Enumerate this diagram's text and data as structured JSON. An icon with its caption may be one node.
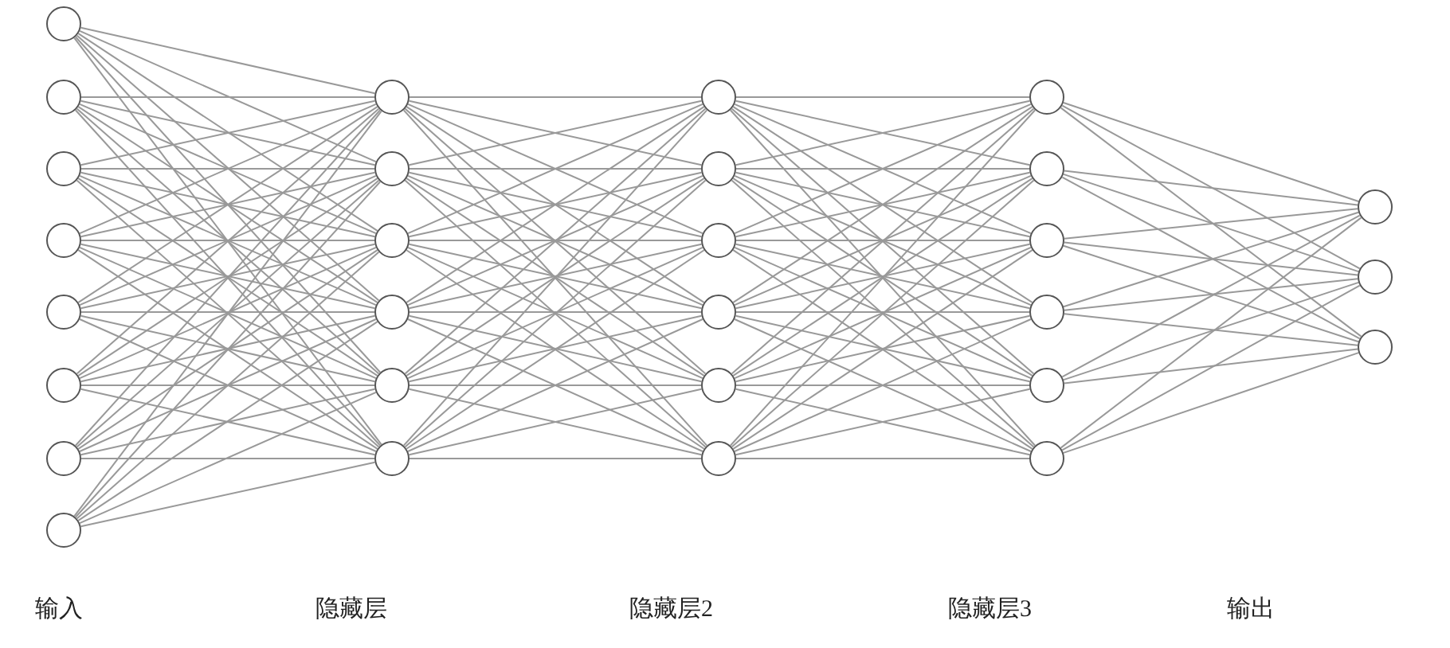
{
  "diagram": {
    "nodes": [
      {
        "text": [],
        "shape": "circle"
      },
      {
        "text": [],
        "shape": "circle"
      },
      {
        "text": [],
        "shape": "circle"
      },
      {
        "text": [],
        "shape": "circle"
      },
      {
        "text": [],
        "shape": "circle"
      },
      {
        "text": [],
        "shape": "circle"
      },
      {
        "text": [],
        "shape": "circle"
      },
      {
        "text": [],
        "shape": "circle"
      },
      {
        "text": [],
        "shape": "circle"
      },
      {
        "text": [],
        "shape": "circle"
      },
      {
        "text": [],
        "shape": "circle"
      },
      {
        "text": [],
        "shape": "circle"
      },
      {
        "text": [],
        "shape": "circle"
      },
      {
        "text": [],
        "shape": "circle"
      },
      {
        "text": [],
        "shape": "circle"
      },
      {
        "text": [],
        "shape": "circle"
      },
      {
        "text": [],
        "shape": "circle"
      },
      {
        "text": [],
        "shape": "circle"
      },
      {
        "text": [],
        "shape": "circle"
      },
      {
        "text": [],
        "shape": "circle"
      },
      {
        "text": [],
        "shape": "circle"
      },
      {
        "text": [],
        "shape": "circle"
      },
      {
        "text": [],
        "shape": "circle"
      },
      {
        "text": [],
        "shape": "circle"
      },
      {
        "text": [],
        "shape": "circle"
      },
      {
        "text": [],
        "shape": "circle"
      },
      {
        "text": [],
        "shape": "circle"
      },
      {
        "text": [],
        "shape": "circle"
      },
      {
        "text": [],
        "shape": "circle"
      }
    ],
    "edges": [
      {
        "from": 0,
        "to": 8,
        "arrow": "none"
      },
      {
        "from": 0,
        "to": 9,
        "arrow": "none"
      },
      {
        "from": 0,
        "to": 10,
        "arrow": "none"
      },
      {
        "from": 0,
        "to": 11,
        "arrow": "none"
      },
      {
        "from": 0,
        "to": 12,
        "arrow": "none"
      },
      {
        "from": 0,
        "to": 13,
        "arrow": "none"
      },
      {
        "from": 1,
        "to": 8,
        "arrow": "none"
      },
      {
        "from": 1,
        "to": 9,
        "arrow": "none"
      },
      {
        "from": 1,
        "to": 10,
        "arrow": "none"
      },
      {
        "from": 1,
        "to": 11,
        "arrow": "none"
      },
      {
        "from": 1,
        "to": 12,
        "arrow": "none"
      },
      {
        "from": 1,
        "to": 13,
        "arrow": "none"
      },
      {
        "from": 2,
        "to": 8,
        "arrow": "none"
      },
      {
        "from": 2,
        "to": 9,
        "arrow": "none"
      },
      {
        "from": 2,
        "to": 10,
        "arrow": "none"
      },
      {
        "from": 2,
        "to": 11,
        "arrow": "none"
      },
      {
        "from": 2,
        "to": 12,
        "arrow": "none"
      },
      {
        "from": 2,
        "to": 13,
        "arrow": "none"
      },
      {
        "from": 3,
        "to": 8,
        "arrow": "none"
      },
      {
        "from": 3,
        "to": 9,
        "arrow": "none"
      },
      {
        "from": 3,
        "to": 10,
        "arrow": "none"
      },
      {
        "from": 3,
        "to": 11,
        "arrow": "none"
      },
      {
        "from": 3,
        "to": 12,
        "arrow": "none"
      },
      {
        "from": 3,
        "to": 13,
        "arrow": "none"
      },
      {
        "from": 4,
        "to": 8,
        "arrow": "none"
      },
      {
        "from": 4,
        "to": 9,
        "arrow": "none"
      },
      {
        "from": 4,
        "to": 10,
        "arrow": "none"
      },
      {
        "from": 4,
        "to": 11,
        "arrow": "none"
      },
      {
        "from": 4,
        "to": 12,
        "arrow": "none"
      },
      {
        "from": 4,
        "to": 13,
        "arrow": "none"
      },
      {
        "from": 5,
        "to": 8,
        "arrow": "none"
      },
      {
        "from": 5,
        "to": 9,
        "arrow": "none"
      },
      {
        "from": 5,
        "to": 10,
        "arrow": "none"
      },
      {
        "from": 5,
        "to": 11,
        "arrow": "none"
      },
      {
        "from": 5,
        "to": 12,
        "arrow": "none"
      },
      {
        "from": 5,
        "to": 13,
        "arrow": "none"
      },
      {
        "from": 6,
        "to": 8,
        "arrow": "none"
      },
      {
        "from": 6,
        "to": 9,
        "arrow": "none"
      },
      {
        "from": 6,
        "to": 10,
        "arrow": "none"
      },
      {
        "from": 6,
        "to": 11,
        "arrow": "none"
      },
      {
        "from": 6,
        "to": 12,
        "arrow": "none"
      },
      {
        "from": 6,
        "to": 13,
        "arrow": "none"
      },
      {
        "from": 7,
        "to": 8,
        "arrow": "none"
      },
      {
        "from": 7,
        "to": 9,
        "arrow": "none"
      },
      {
        "from": 7,
        "to": 10,
        "arrow": "none"
      },
      {
        "from": 7,
        "to": 11,
        "arrow": "none"
      },
      {
        "from": 7,
        "to": 12,
        "arrow": "none"
      },
      {
        "from": 7,
        "to": 13,
        "arrow": "none"
      },
      {
        "from": 8,
        "to": 14,
        "arrow": "none"
      },
      {
        "from": 8,
        "to": 15,
        "arrow": "none"
      },
      {
        "from": 8,
        "to": 16,
        "arrow": "none"
      },
      {
        "from": 8,
        "to": 17,
        "arrow": "none"
      },
      {
        "from": 8,
        "to": 18,
        "arrow": "none"
      },
      {
        "from": 8,
        "to": 19,
        "arrow": "none"
      },
      {
        "from": 9,
        "to": 14,
        "arrow": "none"
      },
      {
        "from": 9,
        "to": 15,
        "arrow": "none"
      },
      {
        "from": 9,
        "to": 16,
        "arrow": "none"
      },
      {
        "from": 9,
        "to": 17,
        "arrow": "none"
      },
      {
        "from": 9,
        "to": 18,
        "arrow": "none"
      },
      {
        "from": 9,
        "to": 19,
        "arrow": "none"
      },
      {
        "from": 10,
        "to": 14,
        "arrow": "none"
      },
      {
        "from": 10,
        "to": 15,
        "arrow": "none"
      },
      {
        "from": 10,
        "to": 16,
        "arrow": "none"
      },
      {
        "from": 10,
        "to": 17,
        "arrow": "none"
      },
      {
        "from": 10,
        "to": 18,
        "arrow": "none"
      },
      {
        "from": 10,
        "to": 19,
        "arrow": "none"
      },
      {
        "from": 11,
        "to": 14,
        "arrow": "none"
      },
      {
        "from": 11,
        "to": 15,
        "arrow": "none"
      },
      {
        "from": 11,
        "to": 16,
        "arrow": "none"
      },
      {
        "from": 11,
        "to": 17,
        "arrow": "none"
      },
      {
        "from": 11,
        "to": 18,
        "arrow": "none"
      },
      {
        "from": 11,
        "to": 19,
        "arrow": "none"
      },
      {
        "from": 12,
        "to": 14,
        "arrow": "none"
      },
      {
        "from": 12,
        "to": 15,
        "arrow": "none"
      },
      {
        "from": 12,
        "to": 16,
        "arrow": "none"
      },
      {
        "from": 12,
        "to": 17,
        "arrow": "none"
      },
      {
        "from": 12,
        "to": 18,
        "arrow": "none"
      },
      {
        "from": 12,
        "to": 19,
        "arrow": "none"
      },
      {
        "from": 13,
        "to": 14,
        "arrow": "none"
      },
      {
        "from": 13,
        "to": 15,
        "arrow": "none"
      },
      {
        "from": 13,
        "to": 16,
        "arrow": "none"
      },
      {
        "from": 13,
        "to": 17,
        "arrow": "none"
      },
      {
        "from": 13,
        "to": 18,
        "arrow": "none"
      },
      {
        "from": 13,
        "to": 19,
        "arrow": "none"
      },
      {
        "from": 14,
        "to": 20,
        "arrow": "none"
      },
      {
        "from": 14,
        "to": 21,
        "arrow": "none"
      },
      {
        "from": 14,
        "to": 22,
        "arrow": "none"
      },
      {
        "from": 14,
        "to": 23,
        "arrow": "none"
      },
      {
        "from": 14,
        "to": 24,
        "arrow": "none"
      },
      {
        "from": 14,
        "to": 25,
        "arrow": "none"
      },
      {
        "from": 15,
        "to": 20,
        "arrow": "none"
      },
      {
        "from": 15,
        "to": 21,
        "arrow": "none"
      },
      {
        "from": 15,
        "to": 22,
        "arrow": "none"
      },
      {
        "from": 15,
        "to": 23,
        "arrow": "none"
      },
      {
        "from": 15,
        "to": 24,
        "arrow": "none"
      },
      {
        "from": 15,
        "to": 25,
        "arrow": "none"
      },
      {
        "from": 16,
        "to": 20,
        "arrow": "none"
      },
      {
        "from": 16,
        "to": 21,
        "arrow": "none"
      },
      {
        "from": 16,
        "to": 22,
        "arrow": "none"
      },
      {
        "from": 16,
        "to": 23,
        "arrow": "none"
      },
      {
        "from": 16,
        "to": 24,
        "arrow": "none"
      },
      {
        "from": 16,
        "to": 25,
        "arrow": "none"
      },
      {
        "from": 17,
        "to": 20,
        "arrow": "none"
      },
      {
        "from": 17,
        "to": 21,
        "arrow": "none"
      },
      {
        "from": 17,
        "to": 22,
        "arrow": "none"
      },
      {
        "from": 17,
        "to": 23,
        "arrow": "none"
      },
      {
        "from": 17,
        "to": 24,
        "arrow": "none"
      },
      {
        "from": 17,
        "to": 25,
        "arrow": "none"
      },
      {
        "from": 18,
        "to": 20,
        "arrow": "none"
      },
      {
        "from": 18,
        "to": 21,
        "arrow": "none"
      },
      {
        "from": 18,
        "to": 22,
        "arrow": "none"
      },
      {
        "from": 18,
        "to": 23,
        "arrow": "none"
      },
      {
        "from": 18,
        "to": 24,
        "arrow": "none"
      },
      {
        "from": 18,
        "to": 25,
        "arrow": "none"
      },
      {
        "from": 19,
        "to": 20,
        "arrow": "none"
      },
      {
        "from": 19,
        "to": 21,
        "arrow": "none"
      },
      {
        "from": 19,
        "to": 22,
        "arrow": "none"
      },
      {
        "from": 19,
        "to": 23,
        "arrow": "none"
      },
      {
        "from": 19,
        "to": 24,
        "arrow": "none"
      },
      {
        "from": 19,
        "to": 25,
        "arrow": "none"
      },
      {
        "from": 20,
        "to": 26,
        "arrow": "none"
      },
      {
        "from": 20,
        "to": 27,
        "arrow": "none"
      },
      {
        "from": 20,
        "to": 28,
        "arrow": "none"
      },
      {
        "from": 21,
        "to": 26,
        "arrow": "none"
      },
      {
        "from": 21,
        "to": 27,
        "arrow": "none"
      },
      {
        "from": 21,
        "to": 28,
        "arrow": "none"
      },
      {
        "from": 22,
        "to": 26,
        "arrow": "none"
      },
      {
        "from": 22,
        "to": 27,
        "arrow": "none"
      },
      {
        "from": 22,
        "to": 28,
        "arrow": "none"
      },
      {
        "from": 23,
        "to": 26,
        "arrow": "none"
      },
      {
        "from": 23,
        "to": 27,
        "arrow": "none"
      },
      {
        "from": 23,
        "to": 28,
        "arrow": "none"
      },
      {
        "from": 24,
        "to": 26,
        "arrow": "none"
      },
      {
        "from": 24,
        "to": 27,
        "arrow": "none"
      },
      {
        "from": 24,
        "to": 28,
        "arrow": "none"
      },
      {
        "from": 25,
        "to": 26,
        "arrow": "none"
      },
      {
        "from": 25,
        "to": 27,
        "arrow": "none"
      },
      {
        "from": 25,
        "to": 28,
        "arrow": "none"
      }
    ],
    "labels": [
      "输入",
      "隐藏层",
      "隐藏层2",
      "隐藏层3",
      "输出"
    ]
  }
}
